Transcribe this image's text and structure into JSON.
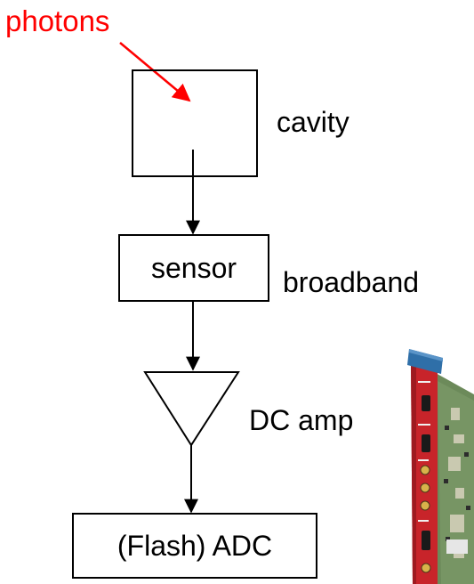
{
  "labels": {
    "photons": "photons",
    "cavity": "cavity",
    "sensor": "sensor",
    "broadband": "broadband",
    "dc_amp": "DC amp",
    "adc": "(Flash) ADC"
  },
  "colors": {
    "photons": "#ff0000",
    "lines": "#000000",
    "board_red": "#c8242a",
    "board_green": "#6c8a5a",
    "board_handle": "#2f6fa8"
  },
  "photo": {
    "icon": "digitizer-board-photo"
  }
}
